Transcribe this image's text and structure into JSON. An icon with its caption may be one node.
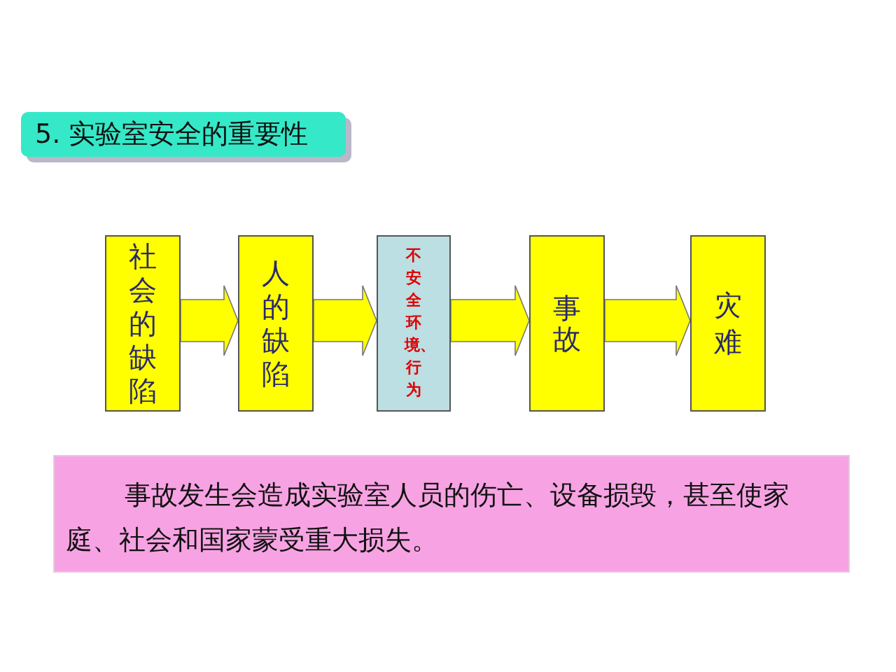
{
  "diagram": {
    "title": "5. 实验室安全的重要性",
    "nodes": [
      {
        "text": [
          "社会的缺陷"
        ]
      },
      {
        "text": [
          "人的缺陷"
        ]
      },
      {
        "text": [
          "不安全环境、行为"
        ]
      },
      {
        "text": [
          "事故"
        ]
      },
      {
        "text": [
          "灾难"
        ]
      },
      {
        "text": [
          "事故发生会造成实验室人员的伤亡、设备损毁，甚至使家庭、社会和国家蒙受重大损失。"
        ]
      }
    ],
    "edges": [
      {
        "from": 0,
        "to": 1,
        "arrow": "to"
      },
      {
        "from": 1,
        "to": 2,
        "arrow": "to"
      },
      {
        "from": 2,
        "to": 3,
        "arrow": "to"
      },
      {
        "from": 3,
        "to": 4,
        "arrow": "to"
      }
    ]
  }
}
